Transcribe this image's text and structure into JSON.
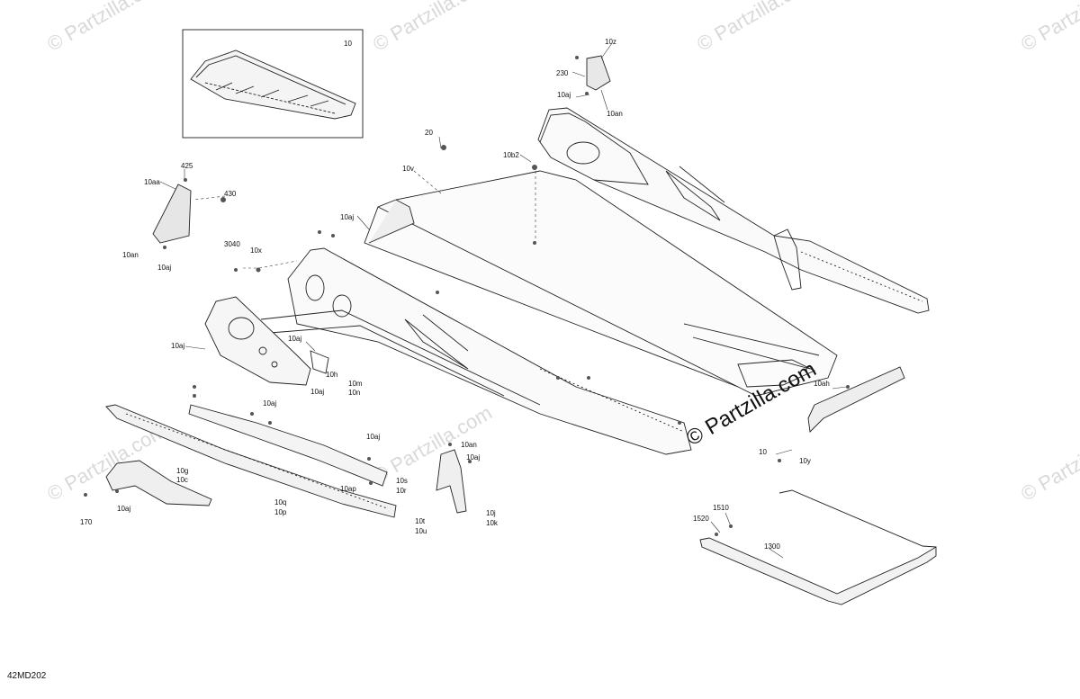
{
  "watermark_text": "© Partzilla.com",
  "brand_text": "© Partzilla.com",
  "diagram_code": "42MD202",
  "callouts": {
    "c10": "10",
    "c10z": "10z",
    "c230": "230",
    "c10aj_top": "10aj",
    "c10an_top": "10an",
    "c20": "20",
    "c10b2": "10b2",
    "c10v": "10v",
    "c425": "425",
    "c10aa": "10aa",
    "c430": "430",
    "c10an_left": "10an",
    "c10aj_left": "10aj",
    "c3040": "3040",
    "c10x": "10x",
    "c10aj_mid": "10aj",
    "c10aj_side": "10aj",
    "c10aj_hm": "10aj",
    "c10h": "10h",
    "c10m": "10m",
    "c10n": "10n",
    "c10aj_low": "10aj",
    "c10aj_runner": "10aj",
    "c10aj_bottom": "10aj",
    "c10ah": "10ah",
    "c10w": "10",
    "c10y": "10y",
    "c10an_low": "10an",
    "c10aj_low2": "10aj",
    "c10g": "10g",
    "c10c": "10c",
    "c170": "170",
    "c10aj_foot": "10aj",
    "c10q": "10q",
    "c10p": "10p",
    "c10ap": "10ap",
    "c10s": "10s",
    "c10r": "10r",
    "c10t": "10t",
    "c10u": "10u",
    "c10j": "10j",
    "c10k": "10k",
    "c1510": "1510",
    "c1520": "1520",
    "c1300": "1300"
  }
}
